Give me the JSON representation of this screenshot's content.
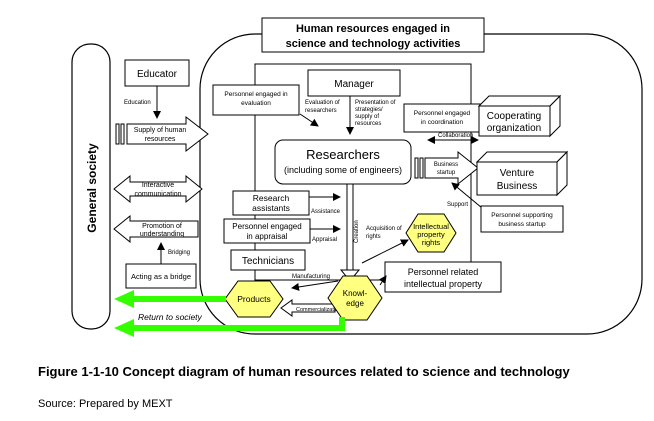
{
  "title": [
    "Human resources engaged in",
    "science and technology activities"
  ],
  "general_society": "General society",
  "nodes": {
    "educator": "Educator",
    "manager": "Manager",
    "supply_human": [
      "Supply of human",
      "resources"
    ],
    "interactive": [
      "Interactive",
      "communication"
    ],
    "promotion": [
      "Promotion of",
      "understanding"
    ],
    "acting_bridge": "Acting as a bridge",
    "eval_personnel": [
      "Personnel engaged in",
      "evaluation"
    ],
    "coord_personnel": [
      "Personnel engaged",
      "in coordination"
    ],
    "cooperating": [
      "Cooperating",
      "organization"
    ],
    "researchers": "Researchers",
    "researchers_sub": "(including some of engineers)",
    "venture": [
      "Venture",
      "Business"
    ],
    "research_assistants": [
      "Research",
      "assistants"
    ],
    "appraisal_personnel": [
      "Personnel engaged",
      "in appraisal"
    ],
    "technicians": "Technicians",
    "ip_rights": [
      "Intellectual",
      "property",
      "rights"
    ],
    "ip_personnel": [
      "Personnel related",
      "intellectual property"
    ],
    "support_personnel": [
      "Personnel supporting",
      "business startup"
    ],
    "products": "Products",
    "knowledge": [
      "Knowl-",
      "edge"
    ]
  },
  "arrow_labels": {
    "education": "Education",
    "bridging": "Bridging",
    "eval_researchers": [
      "Evaluation of",
      "researchers"
    ],
    "presentation": [
      "Presentation of",
      "strategies/",
      "supply of",
      "resources"
    ],
    "collaboration": "Collaboration",
    "business_startup": [
      "Business",
      "startup"
    ],
    "support": "Support",
    "assistance": "Assistance",
    "appraisal": "Appraisal",
    "creation": "Creation",
    "acquisition": [
      "Acquisition of",
      "rights"
    ],
    "manufacturing": "Manufacturing",
    "commercialization": "Commercialization",
    "return_to_society": "Return to society"
  },
  "caption": "Figure 1-1-10  Concept diagram of human resources related to science and technology",
  "source": "Source: Prepared by MEXT",
  "colors": {
    "green_arrow": "#33ff00",
    "hexagon": "#ffff80",
    "outline": "#000000"
  }
}
